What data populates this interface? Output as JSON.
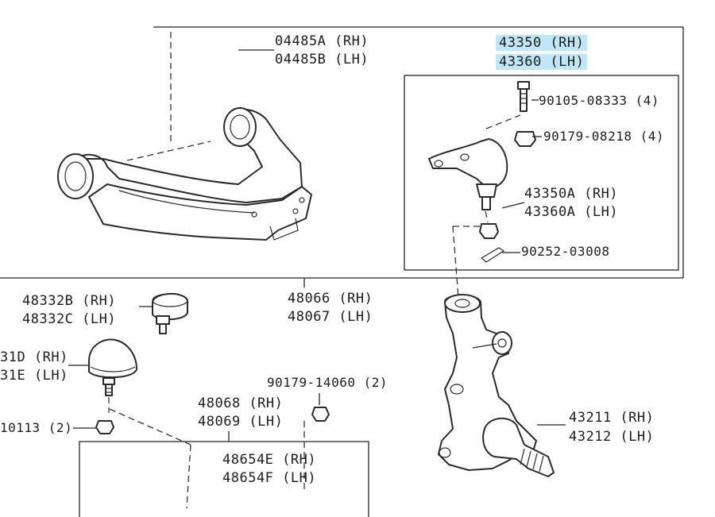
{
  "labels": {
    "upper_arm_rh": "04485A (RH)",
    "upper_arm_lh": "04485B (LH)",
    "ball_joint_rh": "43350 (RH)",
    "ball_joint_lh": "43360 (LH)",
    "bolt": "90105-08333 (4)",
    "nut": "90179-08218 (4)",
    "ball_joint_a_rh": "43350A (RH)",
    "ball_joint_a_lh": "43360A (LH)",
    "cotter_pin": "90252-03008",
    "stopper_rh": "48332B (RH)",
    "stopper_lh": "48332C (LH)",
    "bumper_rh": "31D (RH)",
    "bumper_lh": "31E (LH)",
    "bumper_nut": "10113 (2)",
    "arm_48066": "48066 (RH)",
    "arm_48067": "48067 (LH)",
    "nut_14060": "90179-14060 (2)",
    "arm_48068": "48068 (RH)",
    "arm_48069": "48069 (LH)",
    "spring_rh": "48654E (RH)",
    "spring_lh": "48654F (LH)",
    "knuckle_rh": "43211 (RH)",
    "knuckle_lh": "43212 (LH)"
  },
  "highlight_color": "#bfe6f4"
}
